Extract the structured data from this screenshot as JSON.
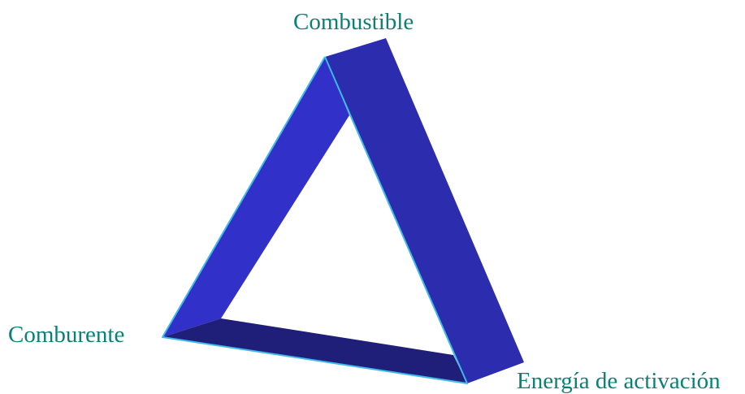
{
  "labels": {
    "fuel": "Combustible",
    "oxidizer": "Comburente",
    "activation_energy": "Energía de activación"
  },
  "colors": {
    "label_text": "#0b8074",
    "face_left": "#3130c8",
    "face_right": "#2b2cae",
    "face_bottom": "#1f1e78",
    "edge_highlight": "#3fb8ea"
  }
}
